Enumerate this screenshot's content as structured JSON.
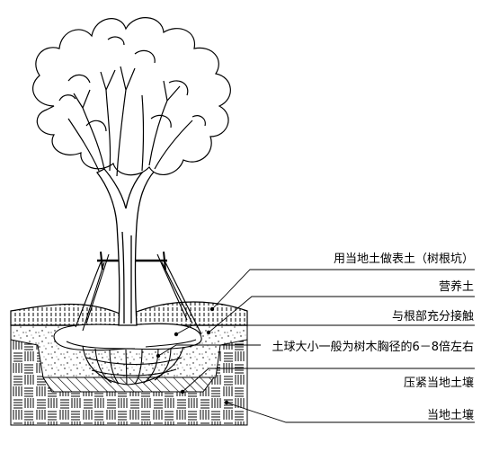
{
  "labels": {
    "surface_soil": "用当地土做表土（树根坑）",
    "nutrient_soil": "营养土",
    "root_contact": "与根部充分接触",
    "root_ball_size": "土球大小一般为树木胸径的6－8倍左右",
    "compacted_soil": "压紧当地土壤",
    "local_soil": "当地土壤"
  }
}
